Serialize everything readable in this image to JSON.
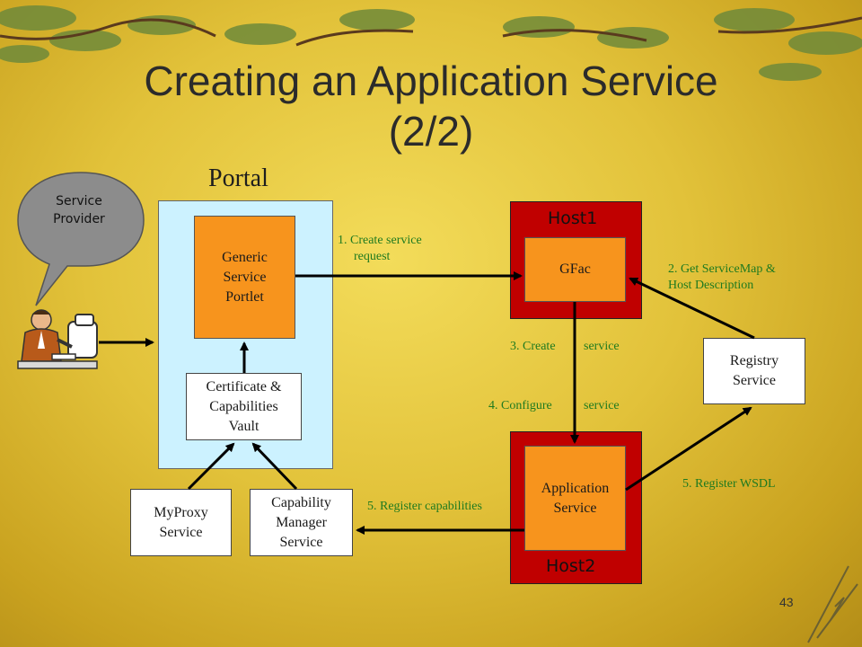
{
  "title_line1": "Creating an Application Service",
  "title_line2": "(2/2)",
  "portal_label": "Portal",
  "service_provider": {
    "line1": "Service",
    "line2": "Provider"
  },
  "portal_boxes": {
    "generic_portlet": [
      "Generic",
      "Service",
      "Portlet"
    ],
    "vault": [
      "Certificate &",
      "Capabilities",
      "Vault"
    ]
  },
  "services": {
    "myproxy": [
      "MyProxy",
      "Service"
    ],
    "capability_manager": [
      "Capability",
      "Manager",
      "Service"
    ],
    "registry": [
      "Registry",
      "Service"
    ]
  },
  "hosts": {
    "host1": {
      "label": "Host1",
      "inner": "GFac"
    },
    "host2": {
      "label": "Host2",
      "inner": [
        "Application",
        "Service"
      ]
    }
  },
  "steps": {
    "s1a": "1. Create service",
    "s1b": "request",
    "s2a": "2. Get ServiceMap &",
    "s2b": "Host Description",
    "s3a": "3. Create",
    "s3b": "service",
    "s4a": "4. Configure",
    "s4b": "service",
    "s5_capabilities": "5. Register capabilities",
    "s5_wsdl": "5. Register WSDL"
  },
  "page_number": "43",
  "colors": {
    "background": "#e2c23a",
    "portal_panel": "#ccf2ff",
    "orange_box": "#f7941d",
    "host_red": "#c00000",
    "step_text": "#1f7a1f"
  }
}
